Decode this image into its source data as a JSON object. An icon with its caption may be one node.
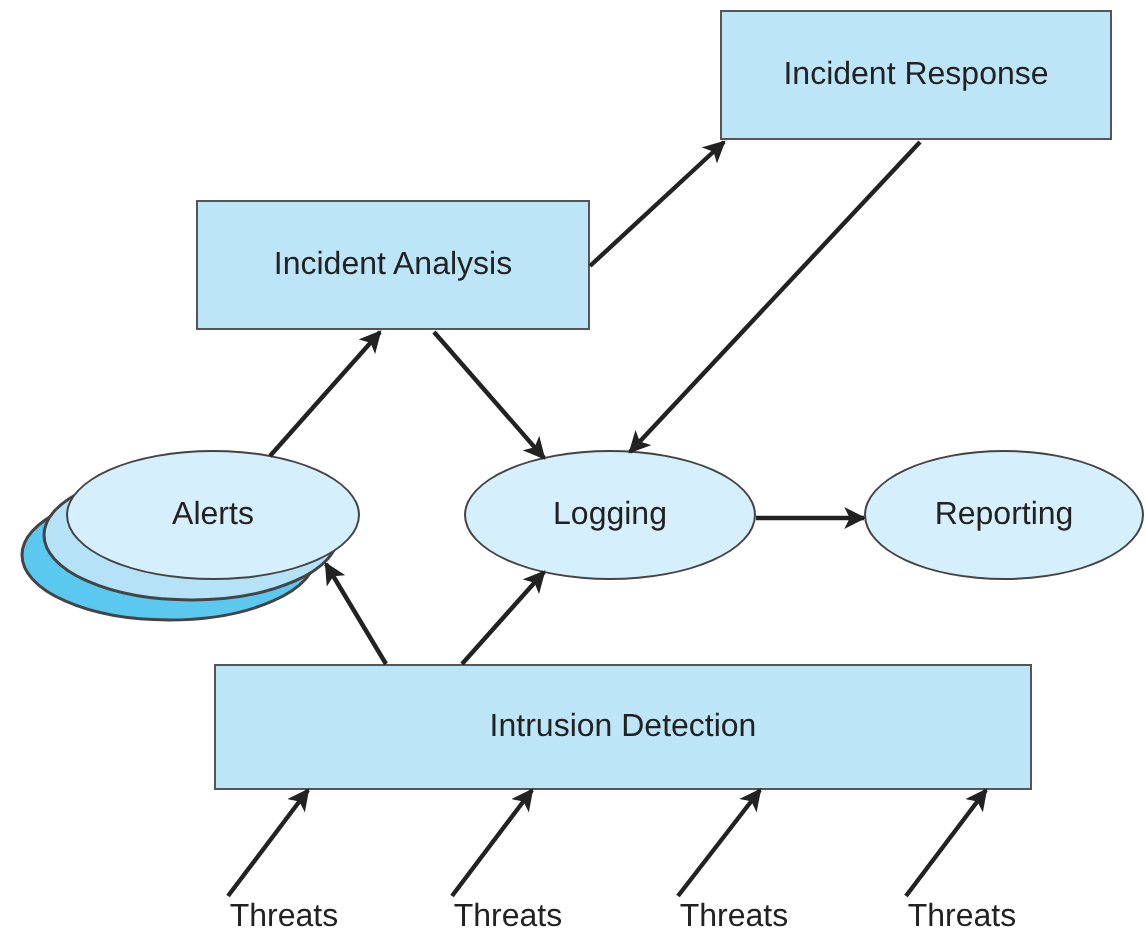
{
  "diagram": {
    "nodes": [
      {
        "text": [
          "Incident Response"
        ]
      },
      {
        "text": [
          "Incident Analysis"
        ]
      },
      {
        "text": [
          "Alerts"
        ]
      },
      {
        "text": [
          "Logging"
        ]
      },
      {
        "text": [
          "Reporting"
        ]
      },
      {
        "text": [
          "Intrusion Detection"
        ]
      },
      {
        "text": [
          "Threats"
        ]
      },
      {
        "text": [
          "Threats"
        ]
      },
      {
        "text": [
          "Threats"
        ]
      },
      {
        "text": [
          "Threats"
        ]
      }
    ],
    "edges": [
      {
        "from": 2,
        "to": 1,
        "arrow": "to"
      },
      {
        "from": 1,
        "to": 0,
        "arrow": "to"
      },
      {
        "from": 1,
        "to": 3,
        "arrow": "to"
      },
      {
        "from": 0,
        "to": 3,
        "arrow": "to"
      },
      {
        "from": 3,
        "to": 4,
        "arrow": "to"
      },
      {
        "from": 5,
        "to": 2,
        "arrow": "to"
      },
      {
        "from": 5,
        "to": 3,
        "arrow": "to"
      },
      {
        "from": 6,
        "to": 5,
        "arrow": "to"
      },
      {
        "from": 7,
        "to": 5,
        "arrow": "to"
      },
      {
        "from": 8,
        "to": 5,
        "arrow": "to"
      },
      {
        "from": 9,
        "to": 5,
        "arrow": "to"
      }
    ]
  }
}
